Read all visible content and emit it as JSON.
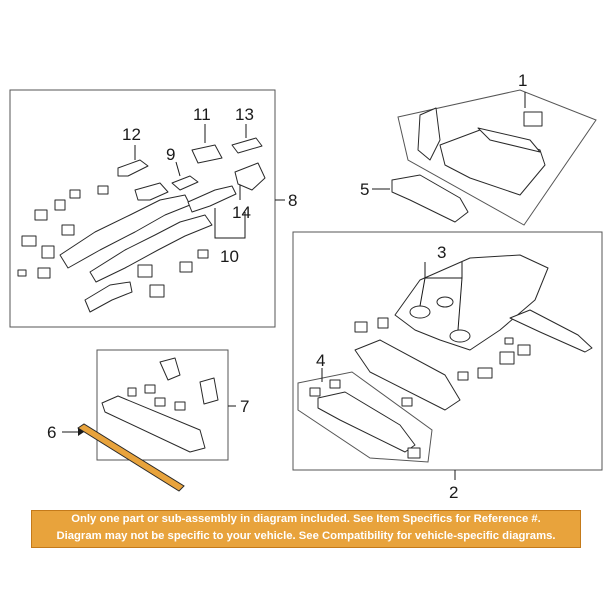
{
  "diagram": {
    "callouts": {
      "c1": "1",
      "c2": "2",
      "c3": "3",
      "c4": "4",
      "c5": "5",
      "c6": "6",
      "c7": "7",
      "c8": "8",
      "c9": "9",
      "c10": "10",
      "c11": "11",
      "c12": "12",
      "c13": "13",
      "c14": "14"
    },
    "highlight_color": "#e8a33c",
    "highlight_part": "6"
  },
  "disclaimer": {
    "line1": "Only one part or sub-assembly in diagram included. See Item Specifics for Reference #.",
    "line2": "Diagram may not be specific to your vehicle. See Compatibility for vehicle-specific diagrams.",
    "background": "#e8a33c"
  }
}
